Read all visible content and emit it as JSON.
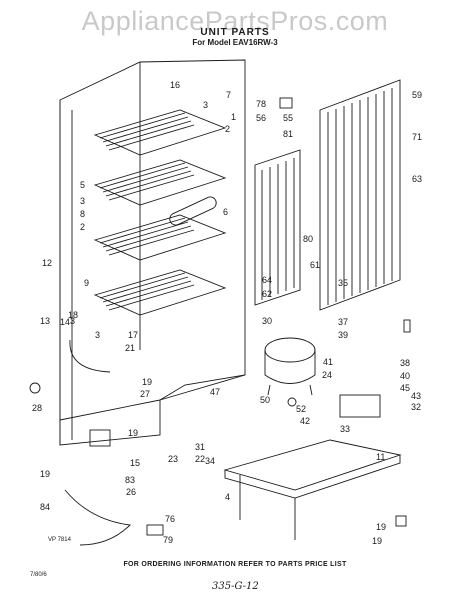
{
  "watermark": "AppliancePartsPros.com",
  "header": {
    "title": "UNIT PARTS",
    "model": "For Model EAV16RW-3"
  },
  "footer": {
    "note": "FOR ORDERING INFORMATION REFER TO PARTS PRICE LIST",
    "page": "335-G-12"
  },
  "codes": {
    "vp": "VP 7814",
    "corner": "7/80/6"
  },
  "callouts": [
    "16",
    "3",
    "7",
    "1",
    "2",
    "5",
    "3",
    "8",
    "2",
    "6",
    "9",
    "3",
    "12",
    "18",
    "13",
    "14",
    "3",
    "17",
    "21",
    "19",
    "27",
    "47",
    "28",
    "19",
    "15",
    "19",
    "83",
    "26",
    "84",
    "76",
    "79",
    "78",
    "56",
    "55",
    "81",
    "80",
    "61",
    "64",
    "62",
    "35",
    "30",
    "37",
    "39",
    "38",
    "40",
    "41",
    "24",
    "45",
    "43",
    "32",
    "50",
    "52",
    "42",
    "33",
    "31",
    "22",
    "34",
    "23",
    "11",
    "4",
    "19",
    "19",
    "59",
    "71",
    "63"
  ],
  "colors": {
    "ink": "#1a1a1a",
    "watermark": "#c9c9c9"
  }
}
